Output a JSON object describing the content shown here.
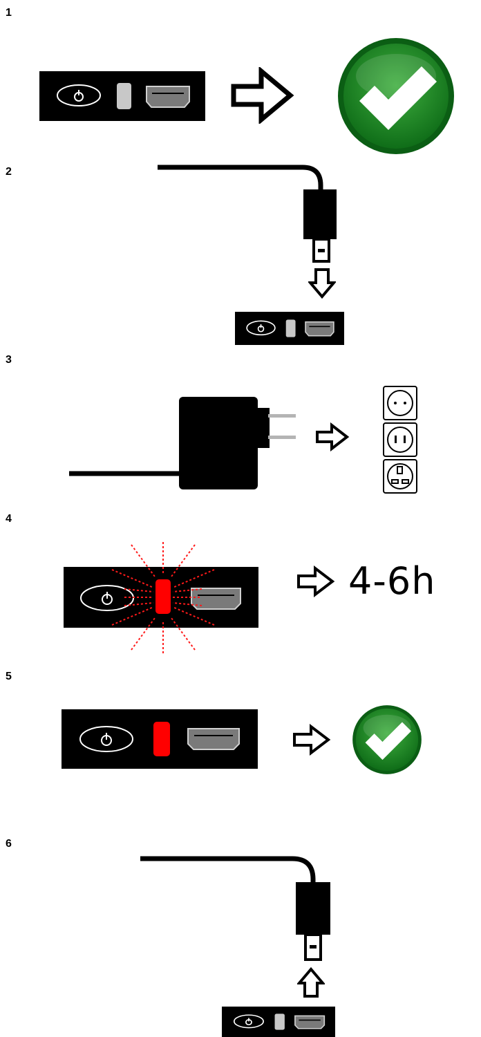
{
  "steps": [
    {
      "number": "1"
    },
    {
      "number": "2"
    },
    {
      "number": "3"
    },
    {
      "number": "4",
      "duration_label": "4-6h"
    },
    {
      "number": "5"
    },
    {
      "number": "6"
    }
  ],
  "colors": {
    "panel": "#000000",
    "led_off": "#c8c8c8",
    "led_charging": "#ff0000",
    "check_green": "#1f8a23",
    "port_gray": "#7a7a7a"
  },
  "icons": {
    "device_panel": "device-side-panel-icon",
    "power_button": "power-button-icon",
    "led": "status-led-icon",
    "usb_port": "micro-usb-port-icon",
    "arrow": "hollow-arrow-icon",
    "check": "checkmark-icon",
    "cable": "usb-cable-icon",
    "adapter": "power-adapter-icon",
    "outlets": "wall-outlet-icon"
  }
}
